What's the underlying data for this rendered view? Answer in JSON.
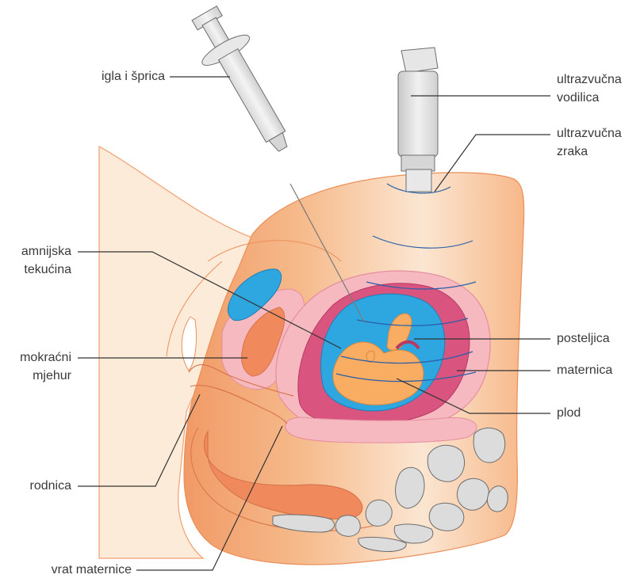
{
  "labels": {
    "syringe": "igla i šprica",
    "probe_1": "ultrazvučna",
    "probe_2": "vodilica",
    "beam_1": "ultrazvučna",
    "beam_2": "zraka",
    "fluid_1": "amnijska",
    "fluid_2": "tekućina",
    "bladder_1": "mokraćni",
    "bladder_2": "mjehur",
    "vagina": "rodnica",
    "cervix": "vrat maternice",
    "placenta": "posteljica",
    "uterus": "maternica",
    "fetus": "plod"
  },
  "colors": {
    "skin_light": "#fbe3cc",
    "skin_mid": "#f6b98a",
    "skin_dark": "#f09868",
    "uterus_pink": "#f4b6bd",
    "placenta_magenta": "#d9547f",
    "amniotic_blue": "#2ea6e0",
    "fetus_orange": "#f8ad62",
    "bladder_inner": "#f08a5d",
    "bone_gray": "#dcdcdc",
    "beam_line": "#2b5fa8",
    "leader_line": "#333333"
  }
}
